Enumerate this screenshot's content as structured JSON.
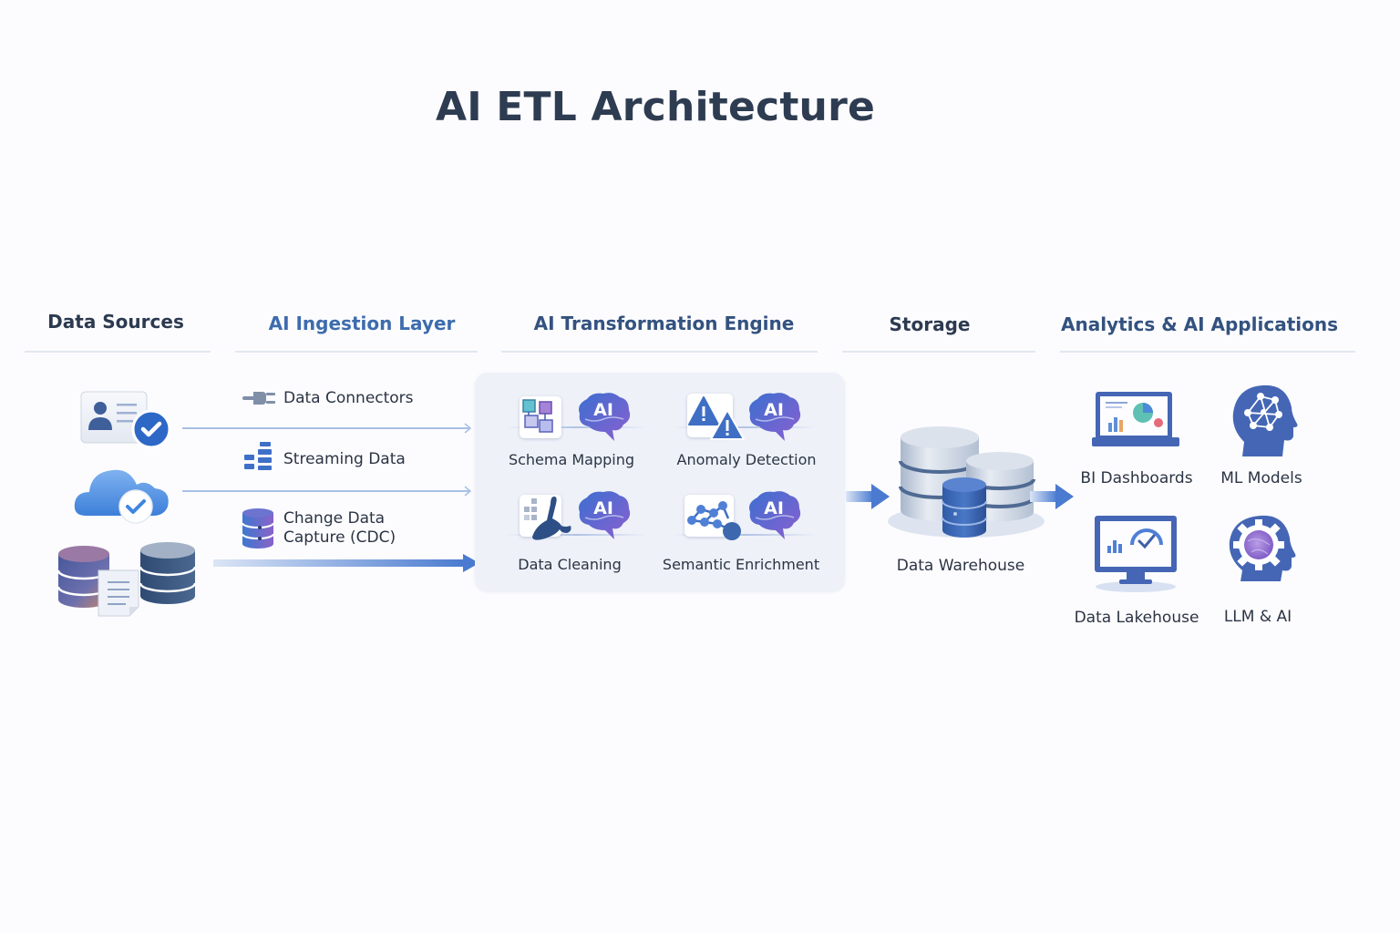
{
  "title": "AI ETL Architecture",
  "columns": [
    {
      "id": "sources",
      "heading": "Data Sources"
    },
    {
      "id": "ingestion",
      "heading": "AI Ingestion Layer"
    },
    {
      "id": "transformation",
      "heading": "AI Transformation Engine"
    },
    {
      "id": "storage",
      "heading": "Storage"
    },
    {
      "id": "applications",
      "heading": "Analytics & AI Applications"
    }
  ],
  "sources": {
    "items": [
      {
        "icon": "id-card-check-icon"
      },
      {
        "icon": "cloud-check-icon"
      },
      {
        "icon": "databases-document-icon"
      }
    ]
  },
  "ingestion": {
    "items": [
      {
        "icon": "plug-icon",
        "label": "Data Connectors"
      },
      {
        "icon": "stream-bars-icon",
        "label": "Streaming Data"
      },
      {
        "icon": "database-cdc-icon",
        "label_line1": "Change Data",
        "label_line2": "Capture (CDC)"
      }
    ]
  },
  "transformation": {
    "ai_badge": "AI",
    "items": [
      {
        "icon": "schema-blocks-icon",
        "label": "Schema Mapping"
      },
      {
        "icon": "warning-triangles-icon",
        "label": "Anomaly Detection"
      },
      {
        "icon": "broom-grid-icon",
        "label": "Data Cleaning"
      },
      {
        "icon": "graph-nodes-icon",
        "label": "Semantic Enrichment"
      }
    ]
  },
  "storage": {
    "icon": "database-cluster-icon",
    "label": "Data Warehouse"
  },
  "applications": {
    "items": [
      {
        "icon": "laptop-dashboard-icon",
        "label": "BI Dashboards"
      },
      {
        "icon": "head-network-icon",
        "label": "ML Models"
      },
      {
        "icon": "monitor-gauge-icon",
        "label": "Data Lakehouse"
      },
      {
        "icon": "head-gear-icon",
        "label": "LLM & AI"
      }
    ]
  },
  "colors": {
    "primary_blue": "#3f6fc4",
    "navy": "#33527f",
    "purple": "#8a62c9",
    "panel": "#eef1f8"
  }
}
